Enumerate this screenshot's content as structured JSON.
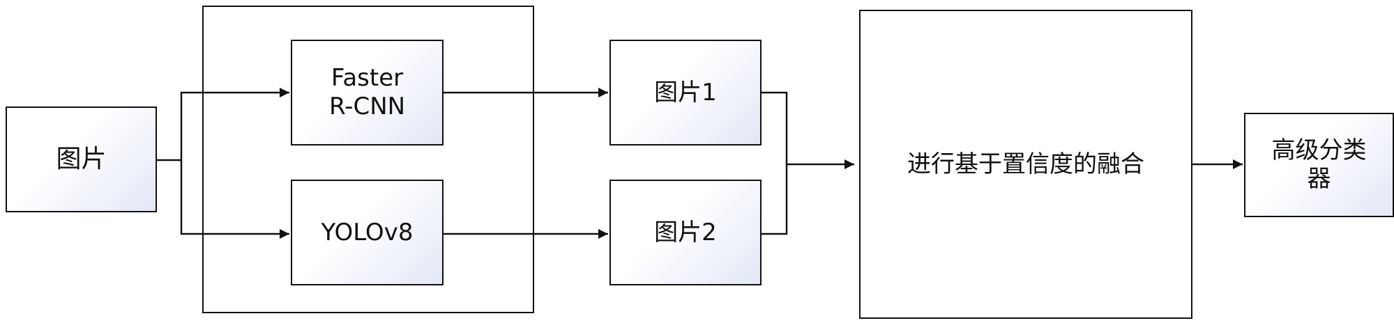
{
  "nodes": {
    "input": "图片",
    "faster_rcnn": "Faster\nR-CNN",
    "yolo": "YOLOv8",
    "image1": "图片1",
    "image2": "图片2",
    "fusion": "进行基于置信度的融合",
    "classifier": "高级分类\n器"
  },
  "colors": {
    "stroke": "#111111",
    "box_fill_light": "#ffffff",
    "box_fill_shade": "#e3e7f6"
  }
}
